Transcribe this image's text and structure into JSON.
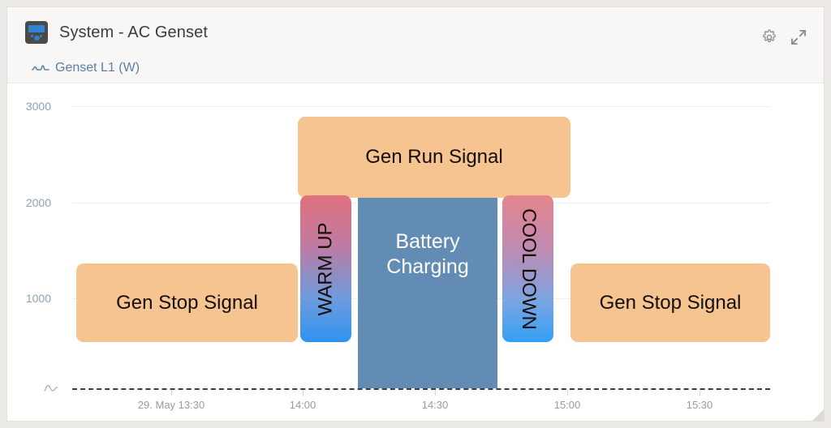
{
  "widget": {
    "title": "System - AC Genset",
    "device_icon": "genset-device-icon",
    "settings_icon": "gear-icon",
    "expand_icon": "expand-icon"
  },
  "legend": {
    "glyph": "waveform-icon",
    "label": "Genset L1 (W)"
  },
  "chart_data": {
    "type": "area",
    "title": "System - AC Genset",
    "xlabel": "",
    "ylabel": "W",
    "ylim": [
      0,
      3200
    ],
    "grid": true,
    "legend_position": "top-left",
    "y_ticks": [
      "3000",
      "2000",
      "1000"
    ],
    "y_tick_values": [
      3000,
      2000,
      1000
    ],
    "y_axis_glyph": "ac-sine-icon",
    "x_ticks": [
      "29. May 13:30",
      "14:00",
      "14:30",
      "15:00",
      "15:30"
    ],
    "series": [
      {
        "name": "Genset L1 (W)",
        "color": "#5683ad",
        "baseline_style": "dashed",
        "baseline_color": "#2b3f5c",
        "x": [
          "13:15",
          "14:12",
          "14:13",
          "14:40",
          "14:41",
          "15:45"
        ],
        "values": [
          0,
          0,
          2400,
          2400,
          0,
          0
        ]
      }
    ],
    "annotations": [
      {
        "name": "gen-stop-signal-left",
        "label": "Gen Stop Signal",
        "style": "orange",
        "x_start": "13:15",
        "x_end": "14:10",
        "y_low": 650,
        "y_high": 1500
      },
      {
        "name": "warm-up",
        "label": "WARM UP",
        "style": "gradient",
        "x_start": "14:10",
        "x_end": "14:19",
        "y_low": 650,
        "y_high": 2050,
        "rotation": -90
      },
      {
        "name": "battery-charging",
        "label": "Battery\nCharging",
        "style": "series-overlay",
        "x_start": "14:19",
        "x_end": "14:41",
        "y_low": 0,
        "y_high": 2400
      },
      {
        "name": "cool-down",
        "label": "COOL DOWN",
        "style": "gradient",
        "x_start": "14:41",
        "x_end": "14:50",
        "y_low": 650,
        "y_high": 2050,
        "rotation": 90
      },
      {
        "name": "gen-stop-signal-right",
        "label": "Gen Stop Signal",
        "style": "orange",
        "x_start": "14:52",
        "x_end": "15:45",
        "y_low": 650,
        "y_high": 1500
      },
      {
        "name": "gen-run-signal",
        "label": "Gen Run Signal",
        "style": "orange",
        "x_start": "14:10",
        "x_end": "14:50",
        "y_low": 2080,
        "y_high": 3030
      }
    ],
    "colors": {
      "series_fill": "#5683ad",
      "annotation_orange": "#f6c491",
      "gradient_top": "#e0717f",
      "gradient_bottom": "#2f93f0",
      "grid": "#eeeeee",
      "tick_text": "#9b9b9b",
      "y_tick_text": "#8ca0b8"
    }
  }
}
